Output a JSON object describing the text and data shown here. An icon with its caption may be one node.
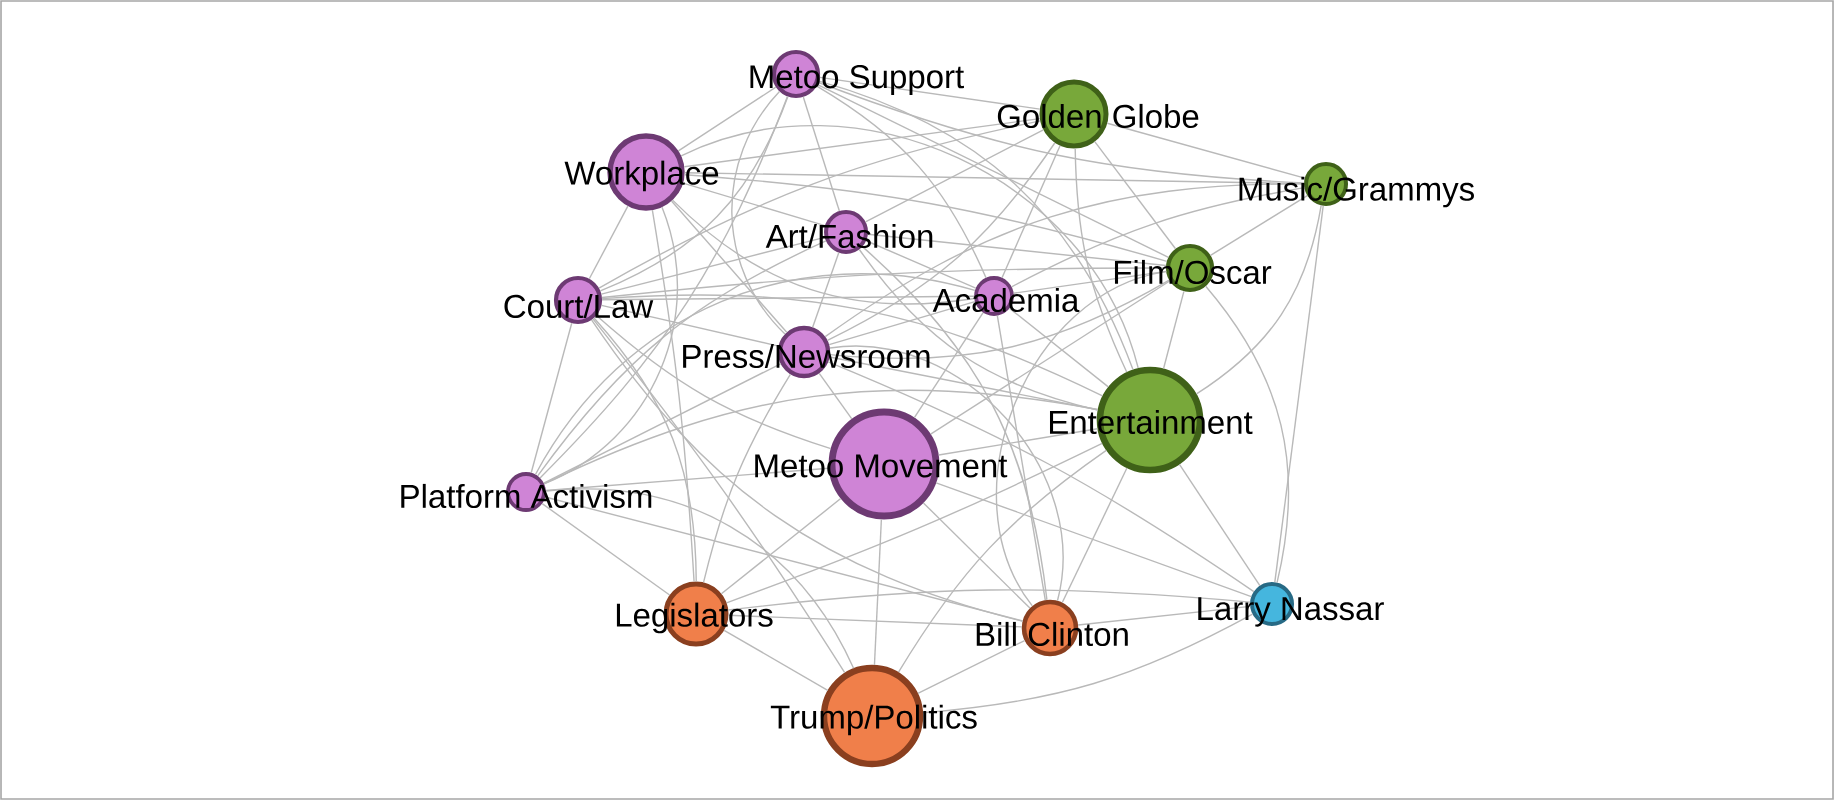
{
  "diagram": {
    "nodes": [
      {
        "text": [
          "Metoo Support"
        ]
      },
      {
        "text": [
          "Golden Globe"
        ]
      },
      {
        "text": [
          "Workplace"
        ]
      },
      {
        "text": [
          "Music/Grammys"
        ]
      },
      {
        "text": [
          "Art/Fashion"
        ]
      },
      {
        "text": [
          "Film/Oscar"
        ]
      },
      {
        "text": [
          "Academia"
        ]
      },
      {
        "text": [
          "Court/Law"
        ]
      },
      {
        "text": [
          "Press/Newsroom"
        ]
      },
      {
        "text": [
          "Entertainment"
        ]
      },
      {
        "text": [
          "Metoo Movement"
        ]
      },
      {
        "text": [
          "Platform Activism"
        ]
      },
      {
        "text": [
          "Legislators"
        ]
      },
      {
        "text": [
          "Larry Nassar"
        ]
      },
      {
        "text": [
          "Bill Clinton"
        ]
      },
      {
        "text": [
          "Trump/Politics"
        ]
      }
    ],
    "edges": [
      {
        "from": 0,
        "to": 1,
        "arrow": "none"
      },
      {
        "from": 0,
        "to": 2,
        "arrow": "none"
      },
      {
        "from": 0,
        "to": 3,
        "arrow": "none"
      },
      {
        "from": 0,
        "to": 4,
        "arrow": "none"
      },
      {
        "from": 0,
        "to": 5,
        "arrow": "none"
      },
      {
        "from": 0,
        "to": 6,
        "arrow": "none"
      },
      {
        "from": 0,
        "to": 7,
        "arrow": "none"
      },
      {
        "from": 0,
        "to": 8,
        "arrow": "none"
      },
      {
        "from": 0,
        "to": 9,
        "arrow": "none"
      },
      {
        "from": 0,
        "to": 11,
        "arrow": "none"
      },
      {
        "from": 1,
        "to": 2,
        "arrow": "none"
      },
      {
        "from": 1,
        "to": 3,
        "arrow": "none"
      },
      {
        "from": 1,
        "to": 4,
        "arrow": "none"
      },
      {
        "from": 1,
        "to": 5,
        "arrow": "none"
      },
      {
        "from": 1,
        "to": 6,
        "arrow": "none"
      },
      {
        "from": 1,
        "to": 7,
        "arrow": "none"
      },
      {
        "from": 1,
        "to": 8,
        "arrow": "none"
      },
      {
        "from": 1,
        "to": 9,
        "arrow": "none"
      },
      {
        "from": 2,
        "to": 3,
        "arrow": "none"
      },
      {
        "from": 2,
        "to": 4,
        "arrow": "none"
      },
      {
        "from": 2,
        "to": 5,
        "arrow": "none"
      },
      {
        "from": 2,
        "to": 6,
        "arrow": "none"
      },
      {
        "from": 2,
        "to": 7,
        "arrow": "none"
      },
      {
        "from": 2,
        "to": 8,
        "arrow": "none"
      },
      {
        "from": 2,
        "to": 9,
        "arrow": "none"
      },
      {
        "from": 2,
        "to": 11,
        "arrow": "none"
      },
      {
        "from": 2,
        "to": 12,
        "arrow": "none"
      },
      {
        "from": 3,
        "to": 5,
        "arrow": "none"
      },
      {
        "from": 3,
        "to": 6,
        "arrow": "none"
      },
      {
        "from": 3,
        "to": 8,
        "arrow": "none"
      },
      {
        "from": 3,
        "to": 9,
        "arrow": "none"
      },
      {
        "from": 3,
        "to": 13,
        "arrow": "none"
      },
      {
        "from": 4,
        "to": 5,
        "arrow": "none"
      },
      {
        "from": 4,
        "to": 6,
        "arrow": "none"
      },
      {
        "from": 4,
        "to": 7,
        "arrow": "none"
      },
      {
        "from": 4,
        "to": 8,
        "arrow": "none"
      },
      {
        "from": 4,
        "to": 9,
        "arrow": "none"
      },
      {
        "from": 4,
        "to": 11,
        "arrow": "none"
      },
      {
        "from": 4,
        "to": 14,
        "arrow": "none"
      },
      {
        "from": 5,
        "to": 6,
        "arrow": "none"
      },
      {
        "from": 5,
        "to": 7,
        "arrow": "none"
      },
      {
        "from": 5,
        "to": 8,
        "arrow": "none"
      },
      {
        "from": 5,
        "to": 9,
        "arrow": "none"
      },
      {
        "from": 5,
        "to": 10,
        "arrow": "none"
      },
      {
        "from": 5,
        "to": 13,
        "arrow": "none"
      },
      {
        "from": 5,
        "to": 14,
        "arrow": "none"
      },
      {
        "from": 6,
        "to": 7,
        "arrow": "none"
      },
      {
        "from": 6,
        "to": 8,
        "arrow": "none"
      },
      {
        "from": 6,
        "to": 9,
        "arrow": "none"
      },
      {
        "from": 6,
        "to": 10,
        "arrow": "none"
      },
      {
        "from": 6,
        "to": 11,
        "arrow": "none"
      },
      {
        "from": 6,
        "to": 14,
        "arrow": "none"
      },
      {
        "from": 7,
        "to": 8,
        "arrow": "none"
      },
      {
        "from": 7,
        "to": 9,
        "arrow": "none"
      },
      {
        "from": 7,
        "to": 10,
        "arrow": "none"
      },
      {
        "from": 7,
        "to": 11,
        "arrow": "none"
      },
      {
        "from": 7,
        "to": 12,
        "arrow": "none"
      },
      {
        "from": 7,
        "to": 14,
        "arrow": "none"
      },
      {
        "from": 7,
        "to": 15,
        "arrow": "none"
      },
      {
        "from": 8,
        "to": 9,
        "arrow": "none"
      },
      {
        "from": 8,
        "to": 10,
        "arrow": "none"
      },
      {
        "from": 8,
        "to": 11,
        "arrow": "none"
      },
      {
        "from": 8,
        "to": 12,
        "arrow": "none"
      },
      {
        "from": 8,
        "to": 13,
        "arrow": "none"
      },
      {
        "from": 8,
        "to": 14,
        "arrow": "none"
      },
      {
        "from": 9,
        "to": 10,
        "arrow": "none"
      },
      {
        "from": 9,
        "to": 11,
        "arrow": "none"
      },
      {
        "from": 9,
        "to": 12,
        "arrow": "none"
      },
      {
        "from": 9,
        "to": 13,
        "arrow": "none"
      },
      {
        "from": 9,
        "to": 14,
        "arrow": "none"
      },
      {
        "from": 9,
        "to": 15,
        "arrow": "none"
      },
      {
        "from": 10,
        "to": 11,
        "arrow": "none"
      },
      {
        "from": 10,
        "to": 12,
        "arrow": "none"
      },
      {
        "from": 10,
        "to": 13,
        "arrow": "none"
      },
      {
        "from": 10,
        "to": 14,
        "arrow": "none"
      },
      {
        "from": 10,
        "to": 15,
        "arrow": "none"
      },
      {
        "from": 11,
        "to": 12,
        "arrow": "none"
      },
      {
        "from": 11,
        "to": 14,
        "arrow": "none"
      },
      {
        "from": 11,
        "to": 15,
        "arrow": "none"
      },
      {
        "from": 12,
        "to": 13,
        "arrow": "none"
      },
      {
        "from": 12,
        "to": 14,
        "arrow": "none"
      },
      {
        "from": 12,
        "to": 15,
        "arrow": "none"
      },
      {
        "from": 13,
        "to": 14,
        "arrow": "none"
      },
      {
        "from": 13,
        "to": 15,
        "arrow": "none"
      },
      {
        "from": 14,
        "to": 15,
        "arrow": "none"
      }
    ]
  }
}
